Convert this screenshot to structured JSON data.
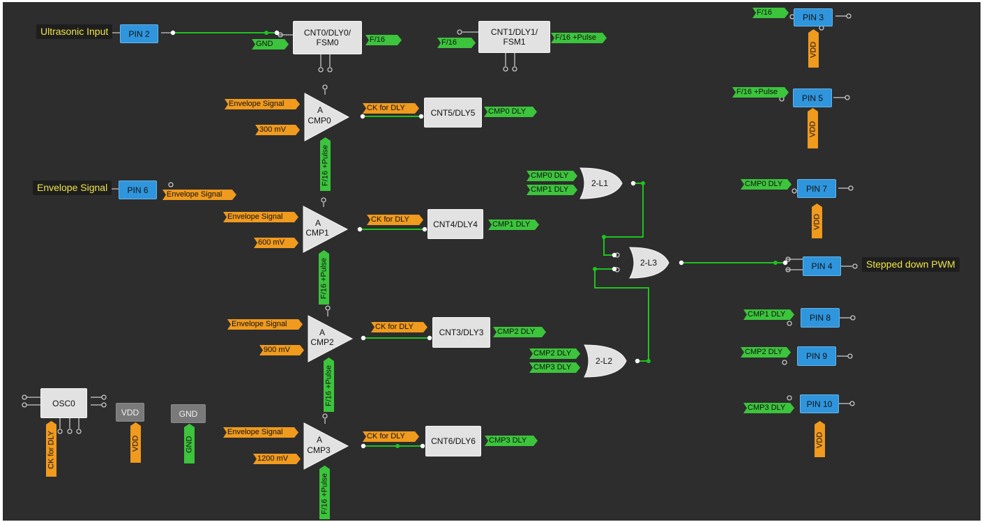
{
  "labels": {
    "ultrasonic_input": "Ultrasonic Input",
    "envelope_signal": "Envelope Signal",
    "stepped_down_pwm": "Stepped down PWM"
  },
  "blocks": {
    "pin2": "PIN 2",
    "pin6": "PIN 6",
    "pin3": "PIN 3",
    "pin5": "PIN 5",
    "pin7": "PIN 7",
    "pin4": "PIN 4",
    "pin8": "PIN 8",
    "pin9": "PIN 9",
    "pin10": "PIN 10",
    "cnt0": "CNT0/DLY0/ FSM0",
    "cnt1": "CNT1/DLY1/ FSM1",
    "cnt5": "CNT5/DLY5",
    "cnt4": "CNT4/DLY4",
    "cnt3": "CNT3/DLY3",
    "cnt6": "CNT6/DLY6",
    "osc0": "OSC0",
    "vdd_block": "VDD",
    "gnd_block": "GND"
  },
  "comparators": {
    "cmp0": {
      "a": "A",
      "name": "CMP0",
      "ref": "300 mV"
    },
    "cmp1": {
      "a": "A",
      "name": "CMP1",
      "ref": "600 mV"
    },
    "cmp2": {
      "a": "A",
      "name": "CMP2",
      "ref": "900 mV"
    },
    "cmp3": {
      "a": "A",
      "name": "CMP3",
      "ref": "1200 mV"
    }
  },
  "gates": {
    "l1": "2-L1",
    "l2": "2-L2",
    "l3": "2-L3"
  },
  "nets": {
    "gnd": "GND",
    "vdd": "VDD",
    "f16": "F/16",
    "f16_pulse": "F/16 +Pulse",
    "envelope": "Envelope Signal",
    "ck_for_dly": "CK for DLY",
    "cmp0_dly": "CMP0 DLY",
    "cmp1_dly": "CMP1 DLY",
    "cmp2_dly": "CMP2 DLY",
    "cmp3_dly": "CMP3 DLY"
  },
  "colors": {
    "canvas": "#2d2d2d",
    "wire": "#1ec31e",
    "net_green": "#3cc43c",
    "net_orange": "#f09a1e",
    "pin_blue": "#2f95dc",
    "label_text": "#f2e64a"
  }
}
